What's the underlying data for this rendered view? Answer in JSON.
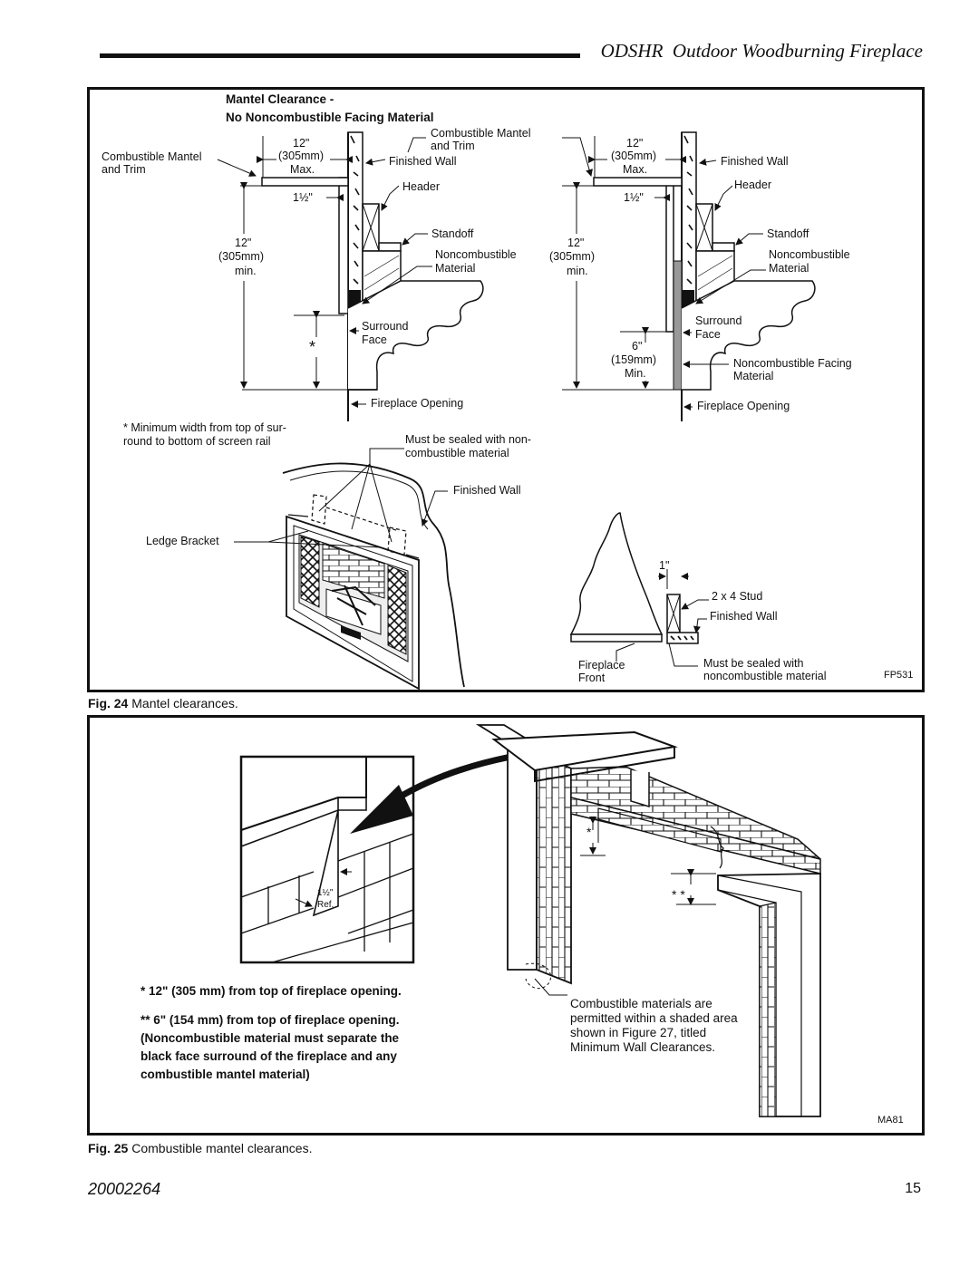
{
  "header": {
    "title": "ODSHR  Outdoor Woodburning Fireplace"
  },
  "fig24": {
    "heading1": "Mantel Clearance -",
    "heading2": "No Noncombustible Facing Material",
    "left": {
      "combustible_mantel_1": "Combustible Mantel",
      "combustible_mantel_2": "and Trim",
      "dim_top_1": "12\"",
      "dim_top_2": "(305mm)",
      "dim_top_3": "Max.",
      "dim_ledge": "1½\"",
      "dim_side_1": "12\"",
      "dim_side_2": "(305mm)",
      "dim_side_3": "min.",
      "finished_wall": "Finished Wall",
      "header": "Header",
      "standoff": "Standoff",
      "noncomb_1": "Noncombustible",
      "noncomb_2": "Material",
      "surround_1": "Surround",
      "surround_2": "Face",
      "asterisk": "*",
      "fireplace_opening": "Fireplace Opening"
    },
    "right": {
      "combustible_mantel_1": "Combustible Mantel",
      "combustible_mantel_2": "and Trim",
      "dim_top_1": "12\"",
      "dim_top_2": "(305mm)",
      "dim_top_3": "Max.",
      "dim_ledge": "1½\"",
      "dim_side_1": "12\"",
      "dim_side_2": "(305mm)",
      "dim_side_3": "min.",
      "finished_wall": "Finished Wall",
      "header": "Header",
      "standoff": "Standoff",
      "noncomb_1": "Noncombustible",
      "noncomb_2": "Material",
      "surround_1": "Surround",
      "surround_2": "Face",
      "dim_low_1": "6\"",
      "dim_low_2": "(159mm)",
      "dim_low_3": "Min.",
      "noncomb_facing_1": "Noncombustible Facing",
      "noncomb_facing_2": "Material",
      "fireplace_opening": "Fireplace Opening"
    },
    "note_1": "* Minimum width from top of sur-",
    "note_2": "round to bottom of screen rail",
    "sealed_1": "Must be sealed with non-",
    "sealed_2": "combustible material",
    "finished_wall_center": "Finished Wall",
    "ledge_bracket": "Ledge Bracket",
    "detail": {
      "gap": "1\"",
      "stud": "2 x 4 Stud",
      "finished_wall": "Finished Wall",
      "fireplace_1": "Fireplace",
      "fireplace_2": "Front",
      "sealed_1": "Must be sealed with",
      "sealed_2": "noncombustible material"
    },
    "code": "FP531",
    "caption_fig": "Fig. 24",
    "caption_text": "Mantel clearances."
  },
  "fig25": {
    "inset_dim_1": "1½\"",
    "inset_dim_2": "Ref.",
    "star1": "*",
    "star2": "* *",
    "note1": "* 12\" (305 mm) from top of fireplace opening.",
    "note2_1": "** 6\" (154 mm) from top of fireplace opening.",
    "note2_2": "(Noncombustible material must separate the",
    "note2_3": "black face surround of the fireplace and any",
    "note2_4": "combustible mantel material)",
    "comb_1": "Combustible materials are",
    "comb_2": "permitted within a shaded area",
    "comb_3": "shown in Figure 27, titled",
    "comb_4": "Minimum Wall Clearances.",
    "code": "MA81",
    "caption_fig": "Fig. 25",
    "caption_text": "Combustible mantel clearances."
  },
  "footer": {
    "doc_number": "20002264",
    "page_number": "15"
  }
}
